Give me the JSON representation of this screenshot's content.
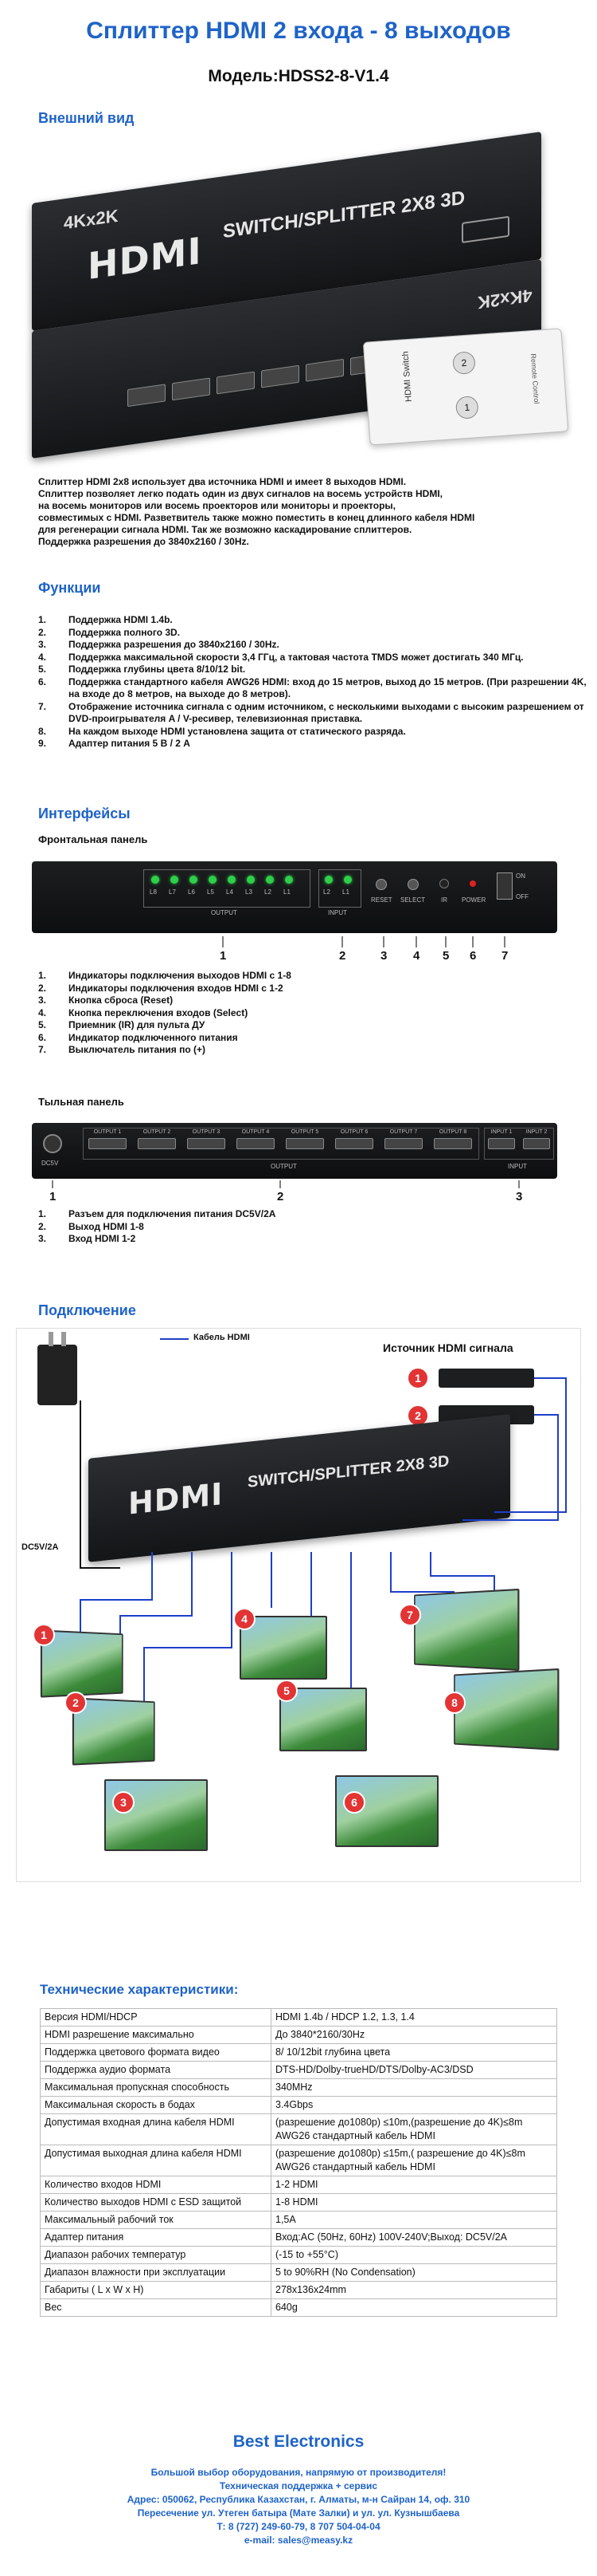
{
  "header": {
    "title": "Сплиттер HDMI  2 входа - 8 выходов",
    "model": "Модель:HDSS2-8-V1.4"
  },
  "sections": {
    "appearance": "Внешний вид",
    "functions": "Функции",
    "interfaces": "Интерфейсы",
    "connection": "Подключение",
    "specs": "Технические характеристики:"
  },
  "device": {
    "front_label": "SWITCH/SPLITTER 2X8 3D",
    "res_badge": "4Kx2K",
    "logo": "HDMI",
    "remote_text": "HDMI Switch",
    "remote_text2": "Remote Control"
  },
  "description": [
    "Сплиттер HDMI 2x8 использует два источника HDMI и имеет 8 выходов HDMI.",
    "Сплиттер позволяет легко подать один из двух сигналов на восемь устройств HDMI,",
    "на восемь мониторов или восемь проекторов или мониторы и проекторы,",
    "совместимых с HDMI. Разветвитель также можно поместить в конец длинного кабеля HDMI",
    "для регенерации сигнала HDMI. Так же возможно каскадирование сплиттеров.",
    "Поддержка разрешения до 3840x2160 / 30Hz."
  ],
  "functions": [
    {
      "n": "1.",
      "text": "Поддержка HDMI 1.4b."
    },
    {
      "n": "2.",
      "text": "Поддержка полного 3D."
    },
    {
      "n": "3.",
      "text": "Поддержка разрешения до 3840x2160 / 30Hz."
    },
    {
      "n": "4.",
      "text": "Поддержка максимальной скорости 3,4 ГГц, а тактовая частота TMDS может достигать 340 МГц."
    },
    {
      "n": "5.",
      "text": "Поддержка глубины цвета 8/10/12 bit."
    },
    {
      "n": "6.",
      "text": "Поддержка стандартного кабеля AWG26 HDMI: вход до 15 метров, выход до 15 метров. (При разрешении 4K, на входе до 8 метров, на выходе до 8 метров)."
    },
    {
      "n": "7.",
      "text": "Отображение источника сигнала с одним источником, с несколькими выходами с высоким разрешением от DVD-проигрывателя A / V-ресивер, телевизионная приставка."
    },
    {
      "n": "8.",
      "text": "На каждом выходе HDMI установлена защита от статического разряда."
    },
    {
      "n": "9.",
      "text": "Адаптер питания 5 В / 2 А"
    }
  ],
  "front_panel": {
    "label": "Фронтальная панель",
    "output_label": "OUTPUT",
    "input_label": "INPUT",
    "reset_label": "RESET",
    "select_label": "SELECT",
    "ir_label": "IR",
    "power_label": "POWER",
    "on_label": "ON",
    "off_label": "OFF",
    "led_labels": [
      "L8",
      "L7",
      "L6",
      "L5",
      "L4",
      "L3",
      "L2",
      "L1"
    ],
    "in_led_labels": [
      "L2",
      "L1"
    ],
    "callouts": [
      "1",
      "2",
      "3",
      "4",
      "5",
      "6",
      "7"
    ],
    "items": [
      {
        "n": "1.",
        "text": "Индикаторы подключения выходов HDMI с 1-8"
      },
      {
        "n": "2.",
        "text": "Индикаторы подключения входов HDMI с 1-2"
      },
      {
        "n": "3.",
        "text": "Кнопка сброса (Reset)"
      },
      {
        "n": "4.",
        "text": "Кнопка переключения входов (Select)"
      },
      {
        "n": "5.",
        "text": "Приемник (IR) для пульта ДУ"
      },
      {
        "n": "6.",
        "text": "Индикатор подключенного питания"
      },
      {
        "n": "7.",
        "text": "Выключатель питания по (+)"
      }
    ]
  },
  "rear_panel": {
    "label": "Тыльная панель",
    "dc_label": "DC5V",
    "output_label": "OUTPUT",
    "input_label": "INPUT",
    "ports": [
      "OUTPUT 1",
      "OUTPUT 2",
      "OUTPUT 3",
      "OUTPUT 4",
      "OUTPUT 5",
      "OUTPUT 6",
      "OUTPUT 7",
      "OUTPUT 8"
    ],
    "inputs": [
      "INPUT 1",
      "INPUT 2"
    ],
    "callouts": [
      "1",
      "2",
      "3"
    ],
    "items": [
      {
        "n": "1.",
        "text": "Разъем для подключения питания DC5V/2A"
      },
      {
        "n": "2.",
        "text": "Выход HDMI 1-8"
      },
      {
        "n": "3.",
        "text": "Вход HDMI 1-2"
      }
    ]
  },
  "connection": {
    "cable_label": "Кабель HDMI",
    "source_label": "Источник HDMI сигнала",
    "dc_label": "DC5V/2A",
    "sources": [
      "1",
      "2"
    ],
    "tvs": [
      "1",
      "2",
      "3",
      "4",
      "5",
      "6",
      "7",
      "8"
    ]
  },
  "specs": [
    [
      "Версия HDMI/HDCP",
      "HDMI 1.4b / HDCP 1.2, 1.3, 1.4"
    ],
    [
      "HDMI разрешение максимально",
      "До  3840*2160/30Hz"
    ],
    [
      "Поддержка цветового формата видео",
      "8/ 10/12bit глубина цвета"
    ],
    [
      "Поддержка аудио формата",
      "DTS-HD/Dolby-trueHD/DTS/Dolby-AC3/DSD"
    ],
    [
      "Максимальная пропускная способность",
      "340MHz"
    ],
    [
      "Максимальная скорость в бодах",
      "3.4Gbps"
    ],
    [
      "Допустимая входная длина кабеля HDMI",
      "(разрешение до1080p) ≤10m,(разрешение до 4K)≤8m AWG26 стандартный кабель HDMI"
    ],
    [
      "Допустимая выходная длина кабеля HDMI",
      "(разрешение до1080p) ≤15m,( разрешение до 4K)≤8m AWG26 стандартный кабель HDMI"
    ],
    [
      "Количество входов HDMI",
      "1-2 HDMI"
    ],
    [
      "Количество выходов HDMI с ESD защитой",
      "1-8 HDMI"
    ],
    [
      "Максимальный рабочий ток",
      "1,5A"
    ],
    [
      "Адаптер питания",
      "Вход:AC (50Hz, 60Hz) 100V-240V;Выход: DC5V/2A"
    ],
    [
      "Диапазон рабочих температур",
      "(-15 to +55°C)"
    ],
    [
      "Диапазон влажности при эксплуатации",
      "5 to 90%RH (No Condensation)"
    ],
    [
      "Габариты ( L x W x H)",
      "278x136x24mm"
    ],
    [
      "Вес",
      "640g"
    ]
  ],
  "footer": {
    "brand": "Best Electronics",
    "lines": [
      "Большой выбор оборудования, напрямую от производителя!",
      "Техническая поддержка + сервис",
      "Адрес: 050062, Республика Казахстан, г. Алматы, м-н Сайран 14, оф. 310",
      "Пересечение ул. Утеген батыра (Мате Залки) и ул. ул. Кузнышбаева",
      "Т: 8 (727) 249-60-79, 8 707 504-04-04",
      "e-mail: sales@measy.kz"
    ]
  },
  "colors": {
    "accent": "#1e63c8",
    "led": "#2ed04a",
    "callout": "#e23434"
  }
}
